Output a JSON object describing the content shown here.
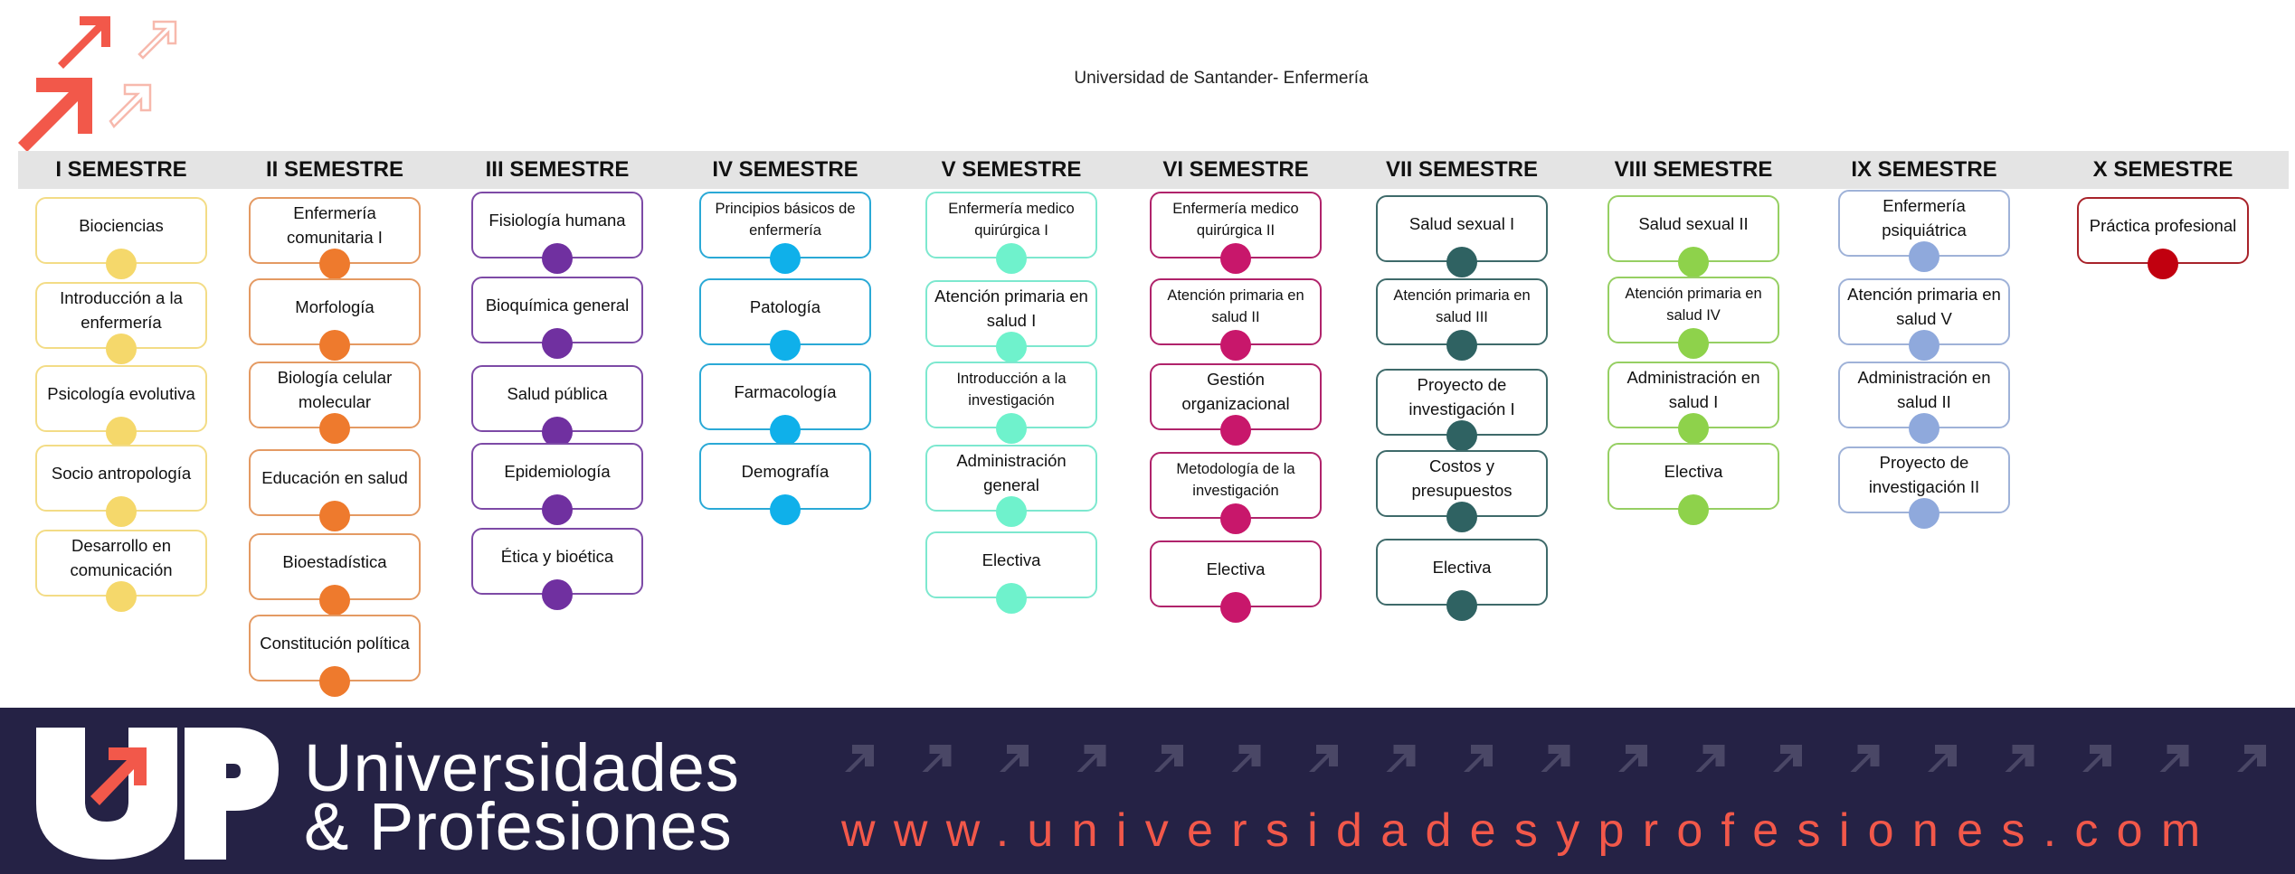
{
  "title": "Universidad de Santander- Enfermería",
  "brand": {
    "line1": "Universidades",
    "line2": "& Profesiones",
    "url": "www.universidadesyprofesiones.com",
    "logo_letters": "UP",
    "colors": {
      "footer_bg": "#252245",
      "accent": "#f2584a",
      "arrow_muted": "#4a4766",
      "logo_light": "#f7b9ad"
    }
  },
  "icons": [
    "arrow-up-right-icon",
    "arrow-up-right-outline-icon"
  ],
  "semesters": [
    {
      "name": "I SEMESTRE",
      "color": "#f5d86b",
      "border": "#f3dc86",
      "courses": [
        "Biociencias",
        "Introducción a la enfermería",
        "Psicología evolutiva",
        "Socio antropología",
        "Desarrollo en comunicación"
      ]
    },
    {
      "name": "II SEMESTRE",
      "color": "#ee7a2d",
      "border": "#e49a63",
      "courses": [
        "Enfermería comunitaria I",
        "Morfología",
        "Biología celular molecular",
        "Educación en salud",
        "Bioestadística",
        "Constitución política"
      ]
    },
    {
      "name": "III SEMESTRE",
      "color": "#7030a0",
      "border": "#7d4aa6",
      "courses": [
        "Fisiología humana",
        "Bioquímica general",
        "Salud pública",
        "Epidemiología",
        "Ética y bioética"
      ]
    },
    {
      "name": "IV SEMESTRE",
      "color": "#0fb0ea",
      "border": "#2aa9d6",
      "courses": [
        "Principios básicos de enfermería",
        "Patología",
        "Farmacología",
        "Demografía"
      ]
    },
    {
      "name": "V SEMESTRE",
      "color": "#6ff2cc",
      "border": "#7de8cf",
      "courses": [
        "Enfermería medico quirúrgica I",
        "Atención primaria en salud I",
        "Introducción a la investigación",
        "Administración general",
        "Electiva"
      ]
    },
    {
      "name": "VI SEMESTRE",
      "color": "#c8176b",
      "border": "#b0236b",
      "courses": [
        "Enfermería medico quirúrgica II",
        "Atención primaria en salud II",
        "Gestión organizacional",
        "Metodología de la investigación",
        "Electiva"
      ]
    },
    {
      "name": "VII SEMESTRE",
      "color": "#2f6262",
      "border": "#3e6a6a",
      "courses": [
        "Salud sexual I",
        "Atención primaria en salud III",
        "Proyecto de investigación I",
        "Costos y presupuestos",
        "Electiva"
      ]
    },
    {
      "name": "VIII SEMESTRE",
      "color": "#8ed24b",
      "border": "#96cf63",
      "courses": [
        "Salud sexual II",
        "Atención primaria en salud IV",
        "Administración en salud I",
        "Electiva"
      ]
    },
    {
      "name": "IX SEMESTRE",
      "color": "#8fa9dc",
      "border": "#9fb2d8",
      "courses": [
        "Enfermería psiquiátrica",
        "Atención primaria en salud V",
        "Administración en salud II",
        "Proyecto de investigación II"
      ]
    },
    {
      "name": "X SEMESTRE",
      "color": "#c1000f",
      "border": "#a8232a",
      "courses": [
        "Práctica profesional"
      ]
    }
  ]
}
